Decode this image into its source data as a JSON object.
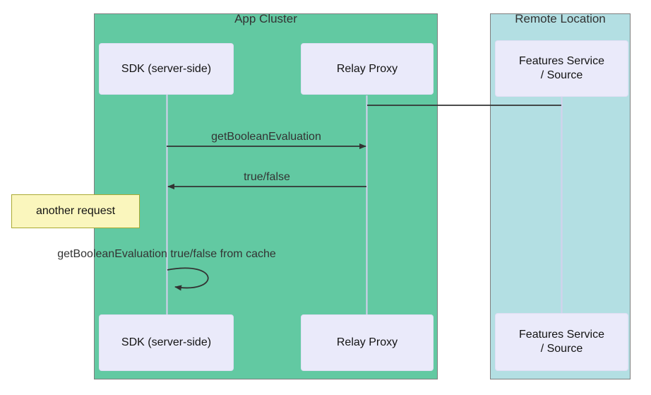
{
  "diagram": {
    "type": "sequence-diagram",
    "clusters": {
      "app": {
        "label": "App Cluster",
        "fill": "#62c9a2"
      },
      "remote": {
        "label": "Remote Location",
        "fill": "#b3dfe3"
      }
    },
    "actors": {
      "sdk_top": "SDK (server-side)",
      "relay_top": "Relay Proxy",
      "features_top": "Features Service\n/ Source",
      "sdk_bottom": "SDK (server-side)",
      "relay_bottom": "Relay Proxy",
      "features_bottom": "Features Service\n/ Source"
    },
    "messages": {
      "relay_to_features": {
        "from": "Relay Proxy",
        "to": "Features Service / Source",
        "label": "",
        "style": "plain-line"
      },
      "m1": {
        "from": "SDK (server-side)",
        "to": "Relay Proxy",
        "label": "getBooleanEvaluation",
        "style": "solid-arrow"
      },
      "m2": {
        "from": "Relay Proxy",
        "to": "SDK (server-side)",
        "label": "true/false",
        "style": "solid-arrow"
      },
      "m3": {
        "from": "SDK (server-side)",
        "to": "SDK (server-side)",
        "label": "getBooleanEvaluation true/false from cache",
        "style": "self-loop-arrow"
      }
    },
    "note": {
      "label": "another request"
    },
    "colors": {
      "app_cluster_fill": "#62c9a2",
      "remote_cluster_fill": "#b3dfe3",
      "cluster_border": "#7e7e7e",
      "actor_fill": "#eaeafa",
      "lifeline": "#d6d0ee",
      "message_line": "#333333",
      "note_fill": "#faf6bd",
      "note_border": "#aaaa33",
      "text": "#333333"
    }
  }
}
